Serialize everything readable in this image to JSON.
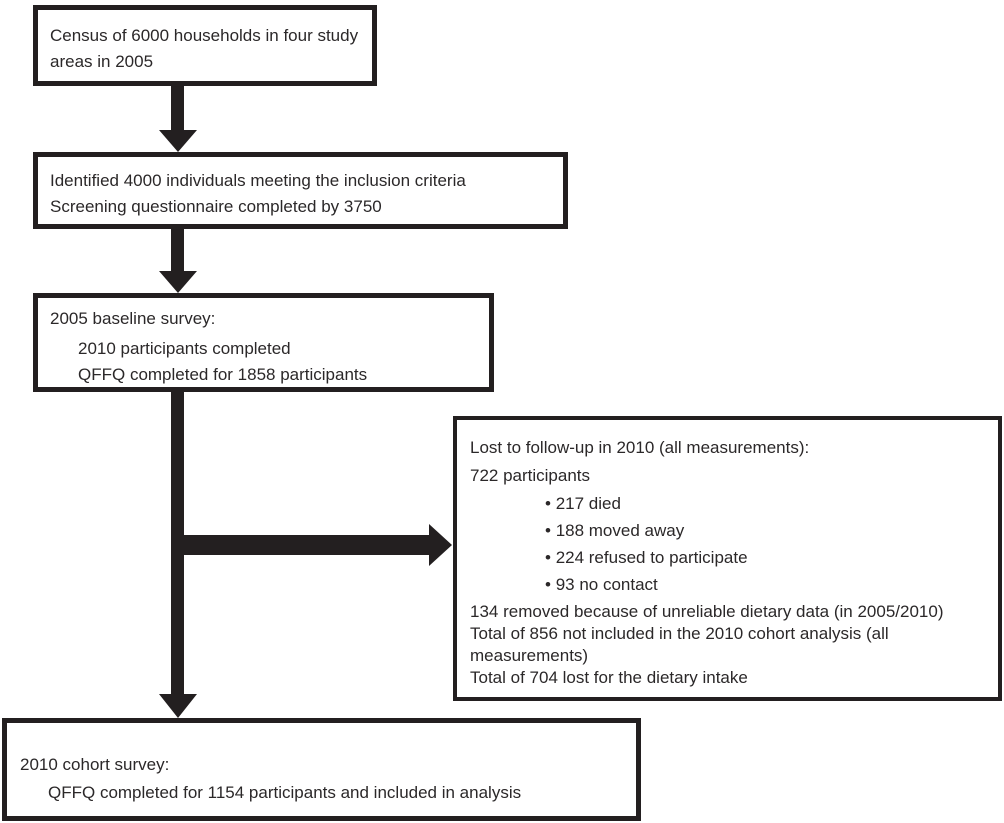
{
  "figure": {
    "type": "participant-flow-diagram",
    "colors": {
      "ink": "#231f20",
      "background": "#ffffff"
    },
    "bullet_glyph": "•",
    "census_box": {
      "text": "Census of 6000 households in four study areas in 2005"
    },
    "identified_box": {
      "line1": "Identified 4000 individuals meeting the inclusion criteria",
      "line2": "Screening questionnaire completed by 3750"
    },
    "baseline_box": {
      "heading": "2005 baseline survey:",
      "detail1": "2010 participants completed",
      "detail2": "QFFQ completed for 1858 participants"
    },
    "lost_box": {
      "heading": "Lost to follow-up in 2010 (all measurements):",
      "subheading": "722 participants",
      "bullets": [
        "217 died",
        "188 moved away",
        "224 refused to participate",
        "93 no contact"
      ],
      "note1": "134 removed because of unreliable dietary data (in 2005/2010)",
      "note2": "Total of 856 not included in the 2010 cohort analysis (all measurements)",
      "note3": "Total of 704 lost for the dietary intake"
    },
    "cohort_box": {
      "heading": "2010 cohort survey:",
      "detail": "QFFQ completed for 1154 participants and included in analysis"
    }
  }
}
